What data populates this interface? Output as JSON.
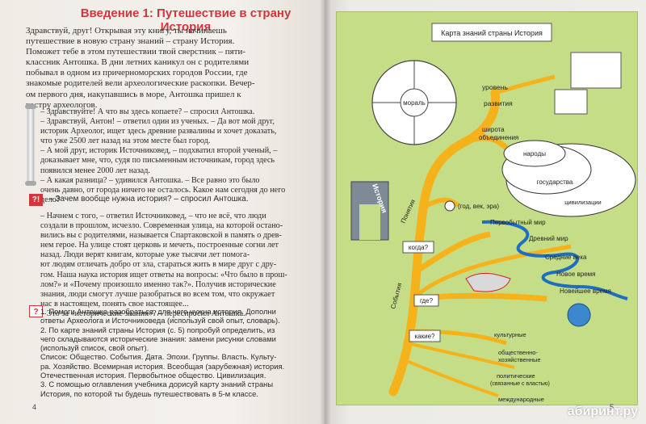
{
  "left_page": {
    "heading": "Введение 1: Путешествие в страну История",
    "intro_lines": [
      "Здравствуй, друг! Открывая эту книгу, ты начинаешь",
      "путешествие в новую страну знаний – страну История.",
      "Поможет тебе в этом путешествии твой сверстник – пяти-",
      "классник Антошка. В дни летних каникул он с родителями",
      "побывал в одном из причерноморских городов России, где",
      "знакомые родителей вели археологические раскопки. Вечер-",
      "ом первого дня, накупавшись в море, Антошка пришел к",
      "костру археологов."
    ],
    "dialog1_lines": [
      "– Здравствуйте! А что вы здесь копаете? – спросил Антошка.",
      "– Здравствуй, Антон! – ответил один из ученых. – Да вот мой друг,",
      "историк Археолог, ищет здесь древние развалины и хочет доказать,",
      "что уже 2500 лет назад на этом месте был город.",
      "– А мой друг, историк Источниковед, – подхватил второй ученый, –",
      "доказывает мне, что, судя по письменным источникам, город здесь",
      "появился менее 2000 лет назад.",
      "– А какая разница? – удивился Антошка. – Все равно это было",
      "очень давно, от города ничего не осталось. Какое нам сегодня до него",
      "дело?"
    ],
    "question_line": "– Зачем вообще нужна история? – спросил Антошка.",
    "dialog2_lines": [
      "– Начнем с того, – ответил Источниковед, – что не всё, что люди",
      "создали в прошлом, исчезло. Современная улица, на которой остано-",
      "вились вы с родителями, называется Спартаковской в память о древ-",
      "нем герое. На улице стоят церковь и мечеть, построенные согни лет",
      "назад. Люди верят книгам, которые уже тысячи лет помога-",
      "ют людям отличать добро от зла, стараться жить в мире друг с дру-",
      "гом. Наша наука история ищет ответы на вопросы: «Что было в прош-",
      "лом?» и «Почему произошло именно так?». Получив исторические",
      "знания, люди смогут лучше разобраться во всем том, что окружает",
      "нас в настоящем, понять свое настоящее...",
      "– Это за «исторические знания»? – переспросил Антошка."
    ],
    "tasks_lines": [
      "1. Помоги Антошке разобраться, для чего нужна история. Дополни",
      "ответы Археолога и Источниковеда (используй свой опыт, словарь).",
      "2. По карте знаний страны История (с. 5) попробуй определить, из",
      "чего складываются исторические знания: замени рисунки словами",
      "(используй список, свой опыт).",
      "Список: Общество. События. Дата. Эпохи. Группы. Власть. Культу-",
      "ра. Хозяйство. Всемирная история. Всеобщая (зарубежная) история.",
      "Отечественная история. Первобытное общество. Цивилизация.",
      "3. С помощью оглавления учебника дорисуй карту знаний страны",
      "История, по которой ты будешь путешествовать в 5-м классе."
    ],
    "badge_exclaim": "?!",
    "badge_question": "?",
    "page_number": "4"
  },
  "right_page": {
    "map_title": "Карта знаний страны История",
    "labels": {
      "history": "История",
      "morals": "мораль",
      "level": "уровень",
      "development": "развития",
      "breadth": "широта",
      "associations": "объединения",
      "peoples": "народы",
      "states": "государства",
      "civilizations": "цивилизации",
      "concepts": "Понятия",
      "events": "События",
      "when": "когда?",
      "where": "где?",
      "what": "какие?",
      "dates": "(год, век, эра)",
      "primitive": "Первобытный мир",
      "ancient": "Древний мир",
      "middle": "Средние века",
      "modern": "Новое время",
      "newest": "Новейшее время",
      "cultural": "культурные",
      "social": "общественно-",
      "economic": "хозяйственные",
      "political1": "политические",
      "political2": "(связанные с властью)",
      "international": "международные"
    },
    "page_number": "5"
  },
  "watermark": "абиринт.ру"
}
